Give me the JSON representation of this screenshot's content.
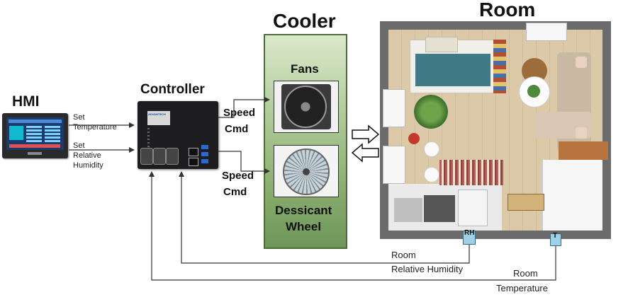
{
  "titles": {
    "hmi": "HMI",
    "controller": "Controller",
    "cooler": "Cooler",
    "room": "Room"
  },
  "hmi_outputs": {
    "set_temp_line1": "Set",
    "set_temp_line2": "Temperature",
    "set_rh_line1": "Set",
    "set_rh_line2": "Relative",
    "set_rh_line3": "Humidity"
  },
  "controller_outputs": {
    "speed_cmd_1_line1": "Speed",
    "speed_cmd_1_line2": "Cmd",
    "speed_cmd_2_line1": "Speed",
    "speed_cmd_2_line2": "Cmd"
  },
  "cooler": {
    "fans_label": "Fans",
    "wheel_line1": "Dessicant",
    "wheel_line2": "Wheel"
  },
  "sensors": {
    "rh_tag": "RH",
    "t_tag": "T",
    "room_rh_line1": "Room",
    "room_rh_line2": "Relative Humidity",
    "room_t_line1": "Room",
    "room_t_line2": "Temperature"
  },
  "controller_brand": "ADVANTECH",
  "colors": {
    "cooler_panel": "#8fb277",
    "cooler_border": "#4d6b3a",
    "wall": "#6b6b6b",
    "floor": "#d9c5a3",
    "bed": "#3f7a86",
    "sensor": "#9fd0e8"
  }
}
